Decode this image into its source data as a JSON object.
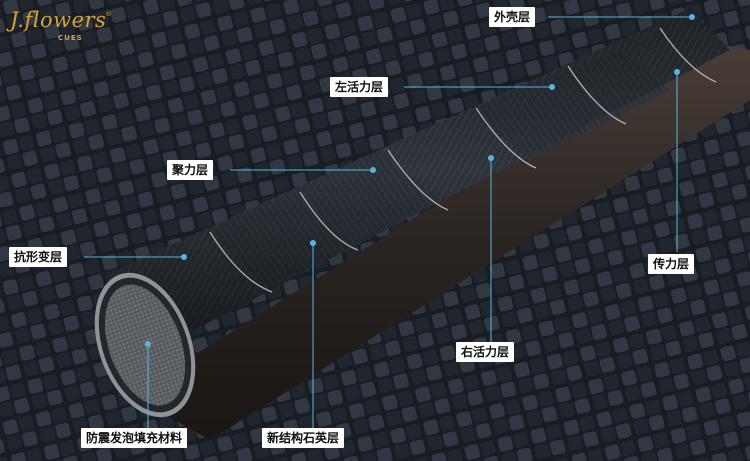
{
  "brand": {
    "name": "J.flowers",
    "sub": "CUES",
    "reg": "®"
  },
  "labels": {
    "outer_shell": "外壳层",
    "left_active": "左活力层",
    "focus_power": "聚力层",
    "anti_deform": "抗形变层",
    "transmission": "传力层",
    "right_active": "右活力层",
    "quartz": "新结构石英层",
    "foam_core": "防震发泡填充材料"
  },
  "colors": {
    "leader": "#5ab4e0",
    "label_bg": "#ffffff",
    "logo": "#d4a437"
  }
}
